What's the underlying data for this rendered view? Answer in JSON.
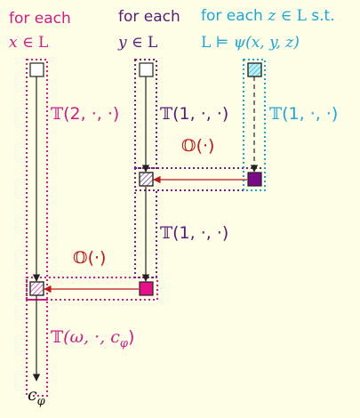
{
  "headers": {
    "x": {
      "line1": "for each",
      "var": "x",
      "rel": "∈",
      "set": "L"
    },
    "y": {
      "line1": "for each",
      "var": "y",
      "rel": "∈",
      "set": "L"
    },
    "z": {
      "line1_prefix": "for each",
      "var": "z",
      "rel": "∈",
      "set": "L",
      "suffix": "s.t.",
      "model": "L",
      "models": "⊨",
      "formula": "ψ(x, y, z)"
    }
  },
  "edge_labels": {
    "x_to_merge2": {
      "op": "𝕋",
      "args": "(2, ·, ·)"
    },
    "y_to_merge1": {
      "op": "𝕋",
      "args": "(1, ·, ·)"
    },
    "z_to_out1": {
      "op": "𝕋",
      "args": "(1, ·, ·)"
    },
    "out1_label": {
      "op": "𝕆",
      "args": "(·)"
    },
    "merge1_to_out2": {
      "op": "𝕋",
      "args": "(1, ·, ·)"
    },
    "out2_label": {
      "op": "𝕆",
      "args": "(·)"
    },
    "final_label": {
      "op": "𝕋",
      "args": "(ω, ·, c",
      "sub": "φ",
      "close": ")"
    }
  },
  "output": {
    "var": "c",
    "sub": "φ"
  },
  "colors": {
    "background": "#fefee6",
    "x_color": "#d11a87",
    "y_color": "#5a1a78",
    "z_color": "#1aa8d8",
    "arrow_red": "#c0151a",
    "purple_box": "#7a0a8a",
    "magenta_box": "#e8108a"
  }
}
